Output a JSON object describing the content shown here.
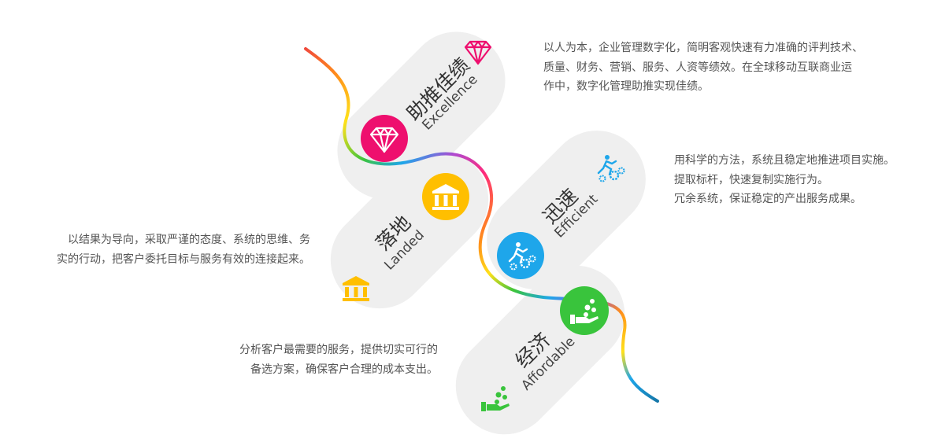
{
  "cards": [
    {
      "id": "excellence",
      "title_cn": "助推佳绩",
      "title_en": "Excellence",
      "color": "#ee0f6e",
      "icon": "diamond-icon",
      "description": [
        "以人为本，企业管理数字化，简明客观快速有力准确的评判技术、",
        "质量、财务、营销、服务、人资等绩效。在全球移动互联商业运",
        "作中，数字化管理助推实现佳绩。"
      ]
    },
    {
      "id": "landed",
      "title_cn": "落地",
      "title_en": "Landed",
      "color": "#ffbf00",
      "icon": "bank-building-icon",
      "description": [
        "以结果为导向，采取严谨的态度、系统的思维、务",
        "实的行动，把客户委托目标与服务有效的连接起来。"
      ]
    },
    {
      "id": "efficient",
      "title_cn": "迅速",
      "title_en": "Efficient",
      "color": "#1ea6ea",
      "icon": "running-gears-icon",
      "description": [
        "用科学的方法，系统且稳定地推进项目实施。",
        "提取标杆，快速复制实施行为。",
        "冗余系统，保证稳定的产出服务成果。"
      ]
    },
    {
      "id": "affordable",
      "title_cn": "经济",
      "title_en": "Affordable",
      "color": "#39c43c",
      "icon": "hand-coins-icon",
      "description": [
        "分析客户最需要的服务，提供切实可行的",
        "备选方案，确保客户合理的成本支出。"
      ]
    }
  ]
}
